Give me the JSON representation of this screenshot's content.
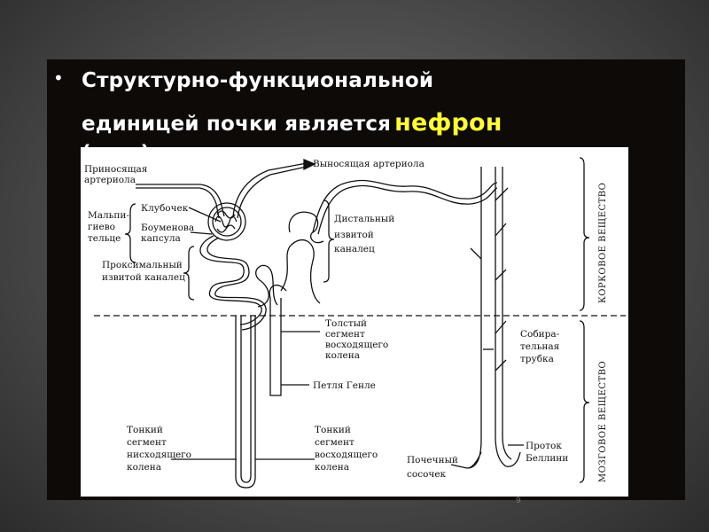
{
  "slide": {
    "bullet": "•",
    "title_line1": "Структурно-функциональной",
    "title_line2": "единицей почки является",
    "title_highlight": "нефрон",
    "title_line3": "(рис.)",
    "highlight_color": "#ffff33",
    "page_number": "9"
  },
  "diagram": {
    "labels": {
      "afferent": [
        "Приносящая",
        "артериола"
      ],
      "efferent": "Выносящая артериола",
      "malpighian": [
        "Мальпи-",
        "гиево",
        "тельце"
      ],
      "glomerulus": "Клубочек",
      "bowman": [
        "Боуменова",
        "капсула"
      ],
      "proximal": [
        "Проксимальный",
        "извитой каналец"
      ],
      "distal": [
        "Дистальный",
        "извитой",
        "каналец"
      ],
      "thick_ascending": [
        "Толстый",
        "сегмент",
        "восходящего",
        "колена"
      ],
      "henle": "Петля Генле",
      "thin_descending": [
        "Тонкий",
        "сегмент",
        "нисходящего",
        "колена"
      ],
      "thin_ascending": [
        "Тонкий",
        "сегмент",
        "восходящего",
        "колена"
      ],
      "collecting": [
        "Собира-",
        "тельная",
        "трубка"
      ],
      "papilla": [
        "Почечный",
        "сосочек"
      ],
      "bellini": [
        "Проток",
        "Беллини"
      ],
      "cortex": "КОРКОВОЕ ВЕЩЕСТВО",
      "medulla": "МОЗГОВОЕ ВЕЩЕСТВО"
    }
  }
}
